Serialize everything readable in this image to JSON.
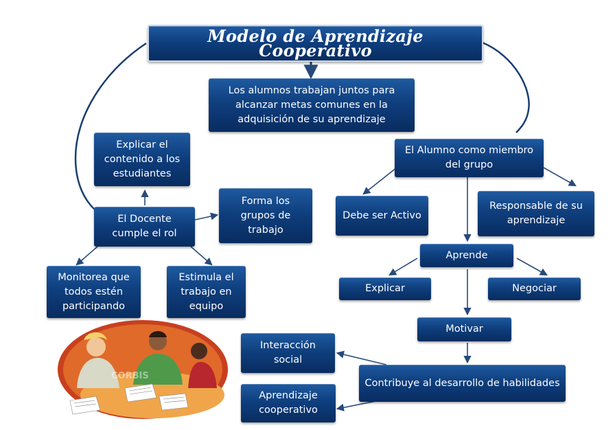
{
  "title": "Modelo de Aprendizaje Cooperativo",
  "nodes": {
    "center": "Los alumnos trabajan juntos para alcanzar metas comunes en la adquisición de su aprendizaje",
    "explicar_contenido": "Explicar el contenido a los estudiantes",
    "docente": "El Docente cumple el rol",
    "forma_grupos": "Forma los grupos de trabajo",
    "monitorea": "Monitorea que todos estén participando",
    "estimula": "Estimula el trabajo en equipo",
    "alumno": "El Alumno como miembro del grupo",
    "activo": "Debe ser Activo",
    "responsable": "Responsable de su aprendizaje",
    "aprende": "Aprende",
    "explicar": "Explicar",
    "negociar": "Negociar",
    "motivar": "Motivar",
    "contribuye": "Contribuye al desarrollo de habilidades",
    "interaccion": "Interacción social",
    "cooperativo": "Aprendizaje cooperativo"
  },
  "image": {
    "description_icon": "students-working-together-illustration",
    "watermark": "CORBIS"
  },
  "colors": {
    "node_top": "#1f5aa0",
    "node_bottom": "#082c60",
    "connector": "#1a3d70",
    "arrow": "#274a7a"
  }
}
